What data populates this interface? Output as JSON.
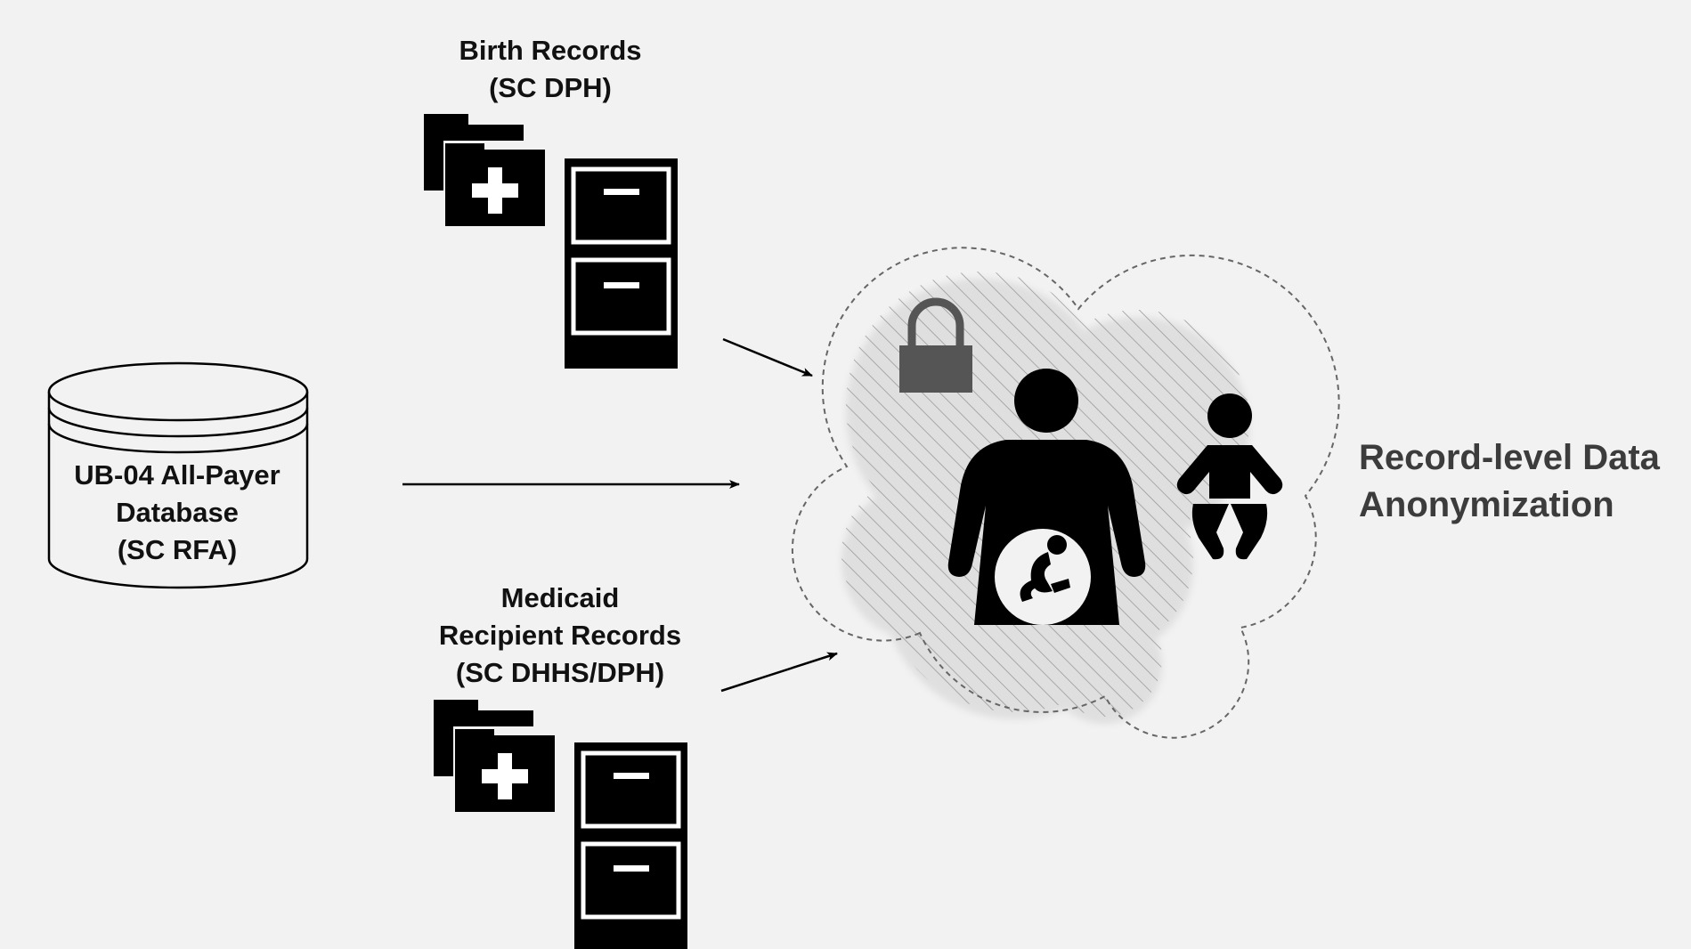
{
  "sources": {
    "birth_records": {
      "title": "Birth Records",
      "agency": "(SC DPH)"
    },
    "medicaid_records": {
      "title": "Medicaid",
      "subtitle": "Recipient Records",
      "agency": "(SC DHHS/DPH)"
    },
    "ub04_database": {
      "line1": "UB-04 All-Payer",
      "line2": "Database",
      "line3": "(SC RFA)"
    }
  },
  "output": {
    "line1": "Record-level Data",
    "line2": "Anonymization"
  },
  "icons": [
    "medical-folder-icon",
    "filing-cabinet-icon",
    "database-cylinder-icon",
    "lock-icon",
    "pregnant-woman-icon",
    "fetus-icon",
    "baby-icon",
    "cloud-icon",
    "arrow-icon"
  ],
  "colors": {
    "background": "#f2f2f2",
    "icon": "#000000",
    "lock": "#555555",
    "output_text": "#3c3c3c"
  }
}
